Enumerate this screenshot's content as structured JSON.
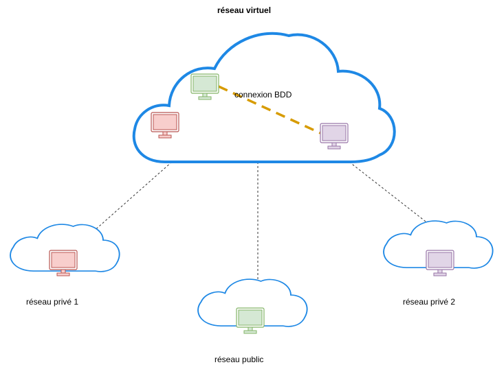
{
  "title": "réseau virtuel",
  "connection_label": "connexion BDD",
  "clouds": {
    "private1": {
      "label": "réseau privé 1"
    },
    "public": {
      "label": "réseau public"
    },
    "private2": {
      "label": "réseau privé 2"
    }
  },
  "colors": {
    "cloud_stroke": "#1e88e5",
    "red_stroke": "#b85450",
    "red_fill": "#f8cecc",
    "green_stroke": "#82b366",
    "green_fill": "#d5e8d4",
    "purple_stroke": "#9673a6",
    "purple_fill": "#e1d5e7",
    "db_link": "#d79b00",
    "dotted_link": "#333333"
  },
  "icons": {
    "computer": "monitor-icon"
  }
}
